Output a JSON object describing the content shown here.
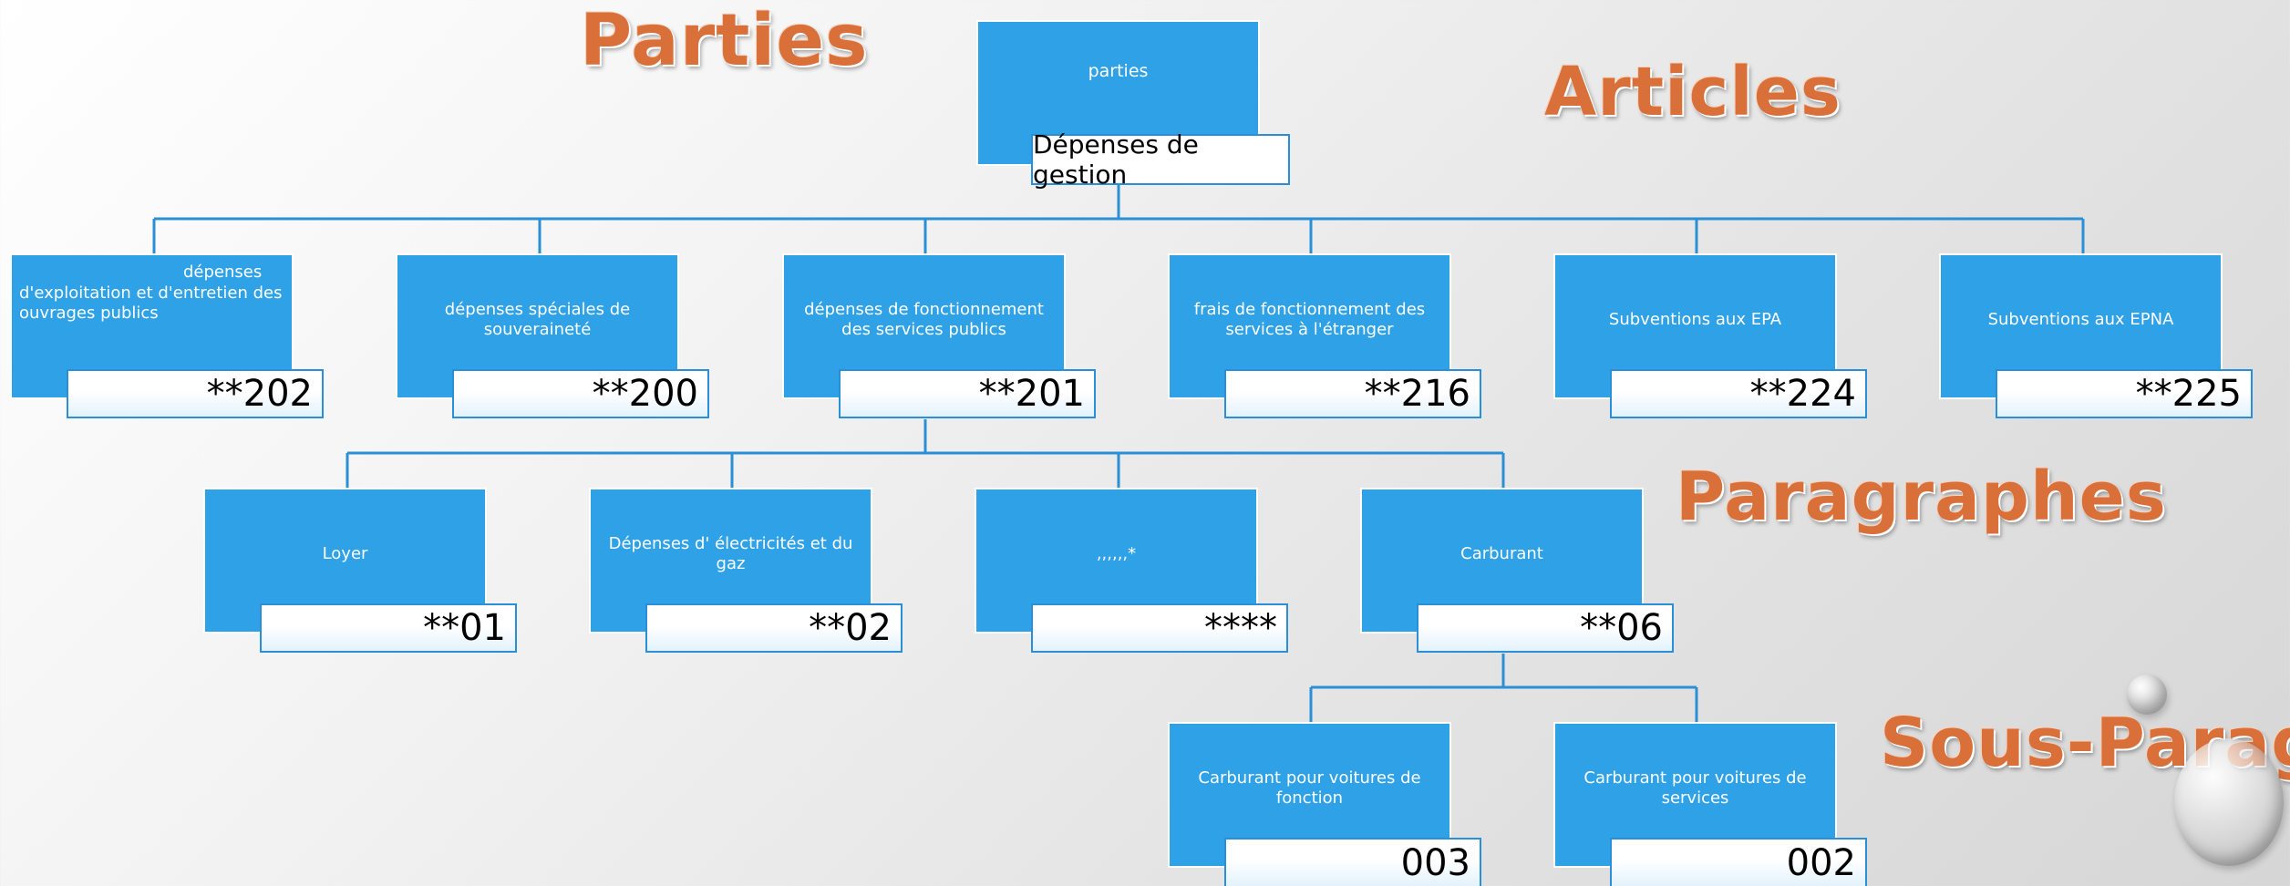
{
  "titles": {
    "parties": "Parties",
    "articles": "Articles",
    "paragraphes": "Paragraphes",
    "sous_paragraphes": "Sous-Parag"
  },
  "root": {
    "label": "parties",
    "code": "Dépenses de gestion"
  },
  "articles": [
    {
      "label": "dépenses d'exploitation et d'entretien des ouvrages publics",
      "code": "**202"
    },
    {
      "label": "dépenses spéciales de souveraineté",
      "code": "**200"
    },
    {
      "label": "dépenses de fonctionnement des services publics",
      "code": "**201"
    },
    {
      "label": "frais de fonctionnement des services à l'étranger",
      "code": "**216"
    },
    {
      "label": "Subventions aux EPA",
      "code": "**224"
    },
    {
      "label": "Subventions aux EPNA",
      "code": "**225"
    }
  ],
  "paragraphes": [
    {
      "label": "Loyer",
      "code": "**01"
    },
    {
      "label": "Dépenses d' électricités et du gaz",
      "code": "**02"
    },
    {
      "label": ",,,,,,*",
      "code": "****"
    },
    {
      "label": "Carburant",
      "code": "**06"
    }
  ],
  "sous_paragraphes": [
    {
      "label": "Carburant pour voitures de fonction",
      "code": "003"
    },
    {
      "label": "Carburant pour voitures de services",
      "code": "002"
    }
  ],
  "colors": {
    "node_fill": "#2fa1e6",
    "connector": "#2a8fd6",
    "title_orange": "#d9703a"
  }
}
